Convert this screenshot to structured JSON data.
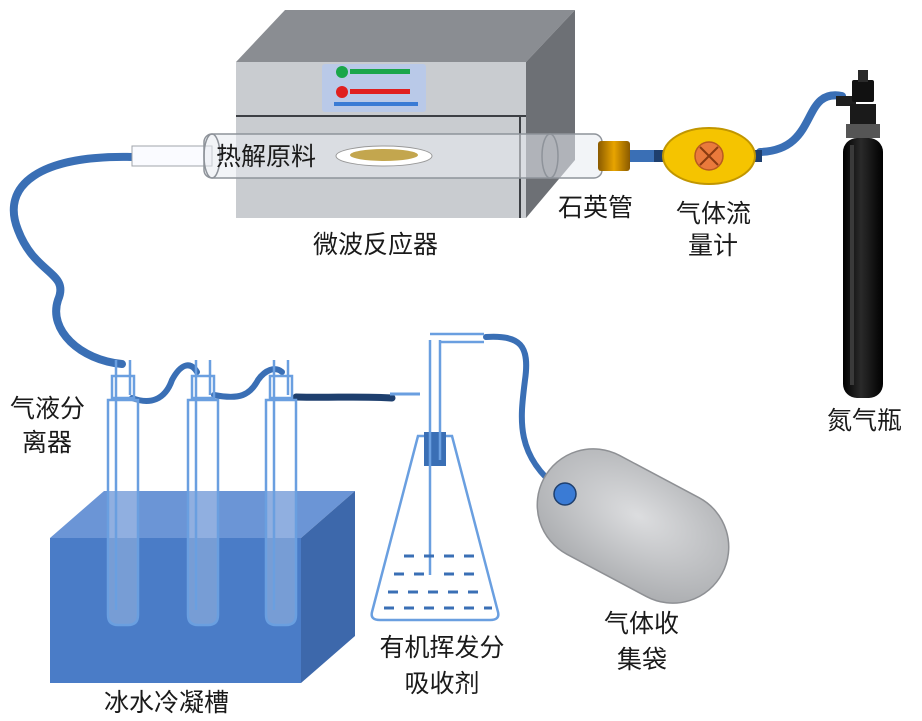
{
  "labels": {
    "raw_material": "热解原料",
    "microwave_reactor": "微波反应器",
    "quartz_tube": "石英管",
    "gas_flowmeter_line1": "气体流",
    "gas_flowmeter_line2": "量计",
    "nitrogen_cylinder": "氮气瓶",
    "gas_liquid_separator_line1": "气液分",
    "gas_liquid_separator_line2": "离器",
    "ice_water_bath": "冰水冷凝槽",
    "organic_absorbent_line1": "有机挥发分",
    "organic_absorbent_line2": "吸收剂",
    "gas_bag_line1": "气体收",
    "gas_bag_line2": "集袋"
  },
  "colors": {
    "tubing": "#3a6fb5",
    "tubing_dark": "#1e3f6e",
    "reactor_front": "#c9ccd0",
    "reactor_top": "#8a8d92",
    "reactor_side": "#6d7075",
    "water_bath": "#4a7cc7",
    "glassware": "#6a9fe0",
    "flowmeter_body": "#f5c400",
    "flowmeter_dial": "#ea7a3c",
    "cylinder": "#111111",
    "gas_bag": "#c6c7c9",
    "indicator_green": "#1aa64a",
    "indicator_red": "#e02020",
    "indicator_blue": "#3a7bd5"
  }
}
